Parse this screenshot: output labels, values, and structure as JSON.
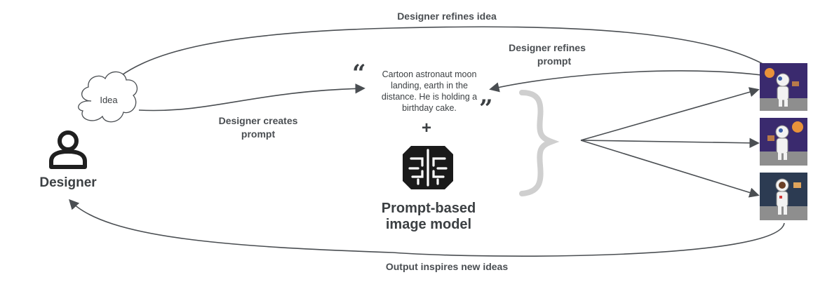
{
  "labels": {
    "refine_idea": "Designer refines idea",
    "refine_prompt_line1": "Designer refines",
    "refine_prompt_line2": "prompt",
    "creates_prompt_line1": "Designer creates",
    "creates_prompt_line2": "prompt",
    "output_inspires": "Output inspires new ideas"
  },
  "idea": {
    "label": "Idea"
  },
  "designer": {
    "label": "Designer"
  },
  "prompt": {
    "lines": [
      "Cartoon astronaut moon",
      "landing, earth in the",
      "distance. He is holding a",
      "birthday cake."
    ],
    "open_quote": "“",
    "close_quote": "”"
  },
  "plus": "+",
  "model": {
    "line1": "Prompt-based",
    "line2": "image model"
  },
  "colors": {
    "arrow": "#4a4e52",
    "brace": "#cfcfcf",
    "space_bg": "#3a2a6e",
    "space_bg_3": "#2c3b52",
    "moon_ground": "#8e8e8e"
  },
  "icons": {
    "designer": "person-icon",
    "model": "brain-chip-icon",
    "idea": "cloud-icon"
  }
}
